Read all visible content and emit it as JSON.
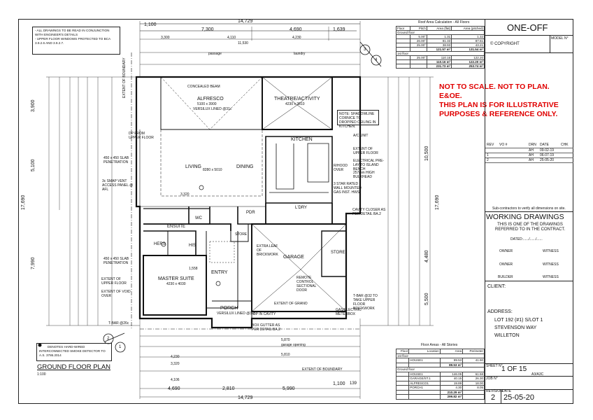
{
  "drawing": {
    "title": "GROUND FLOOR PLAN",
    "scale": "1:100",
    "notes": [
      "- ALL DRAWINGS TO BE READ IN CONJUNCTION WITH ENGINEER'S DETAILS",
      "- UPPER FLOOR WINDOWS PROTECTED TO BCA 3.9.2.6 AND 3.9.2.7."
    ],
    "smoke_note": "DENOTES HARD-WIRED INTERCONNECTED SMOKE DETECTOR TO A.S. 3786.2014",
    "disclaimer": [
      "NOT TO SCALE. NOT TO PLAN.",
      "E&OE.",
      "THIS PLAN IS FOR ILLUSTRATIVE",
      "PURPOSES & REFERENCE ONLY."
    ]
  },
  "rooms": {
    "alfresco": "ALFRESCO",
    "alfresco_size": "5100 x 3900",
    "alfresco_ceiling": "VERSILUX LINED @31c",
    "theatre": "THEATRE/ACTIVITY",
    "theatre_size": "4230 x 3810",
    "living": "LIVING",
    "living_size": "8280 x 5010",
    "dining": "DINING",
    "kitchen": "KITCHEN",
    "ldry": "L'DRY",
    "pdr": "PDR",
    "wc": "WC",
    "ensuite": "ENSUITE",
    "hers": "HERS",
    "his": "HIS",
    "master": "MASTER SUITE",
    "master_size": "4230 x 4030",
    "entry": "ENTRY",
    "porch": "PORCH",
    "porch_ceiling": "VERSILUX LINED @31c",
    "garage": "GARAGE",
    "store": "STORE",
    "store_small": "STORE",
    "passage": "passage",
    "laundry": "laundry"
  },
  "annotations": {
    "concealed_beam": "CONCEALED BEAM",
    "note_box": "NOTE: SHADOWLINE CORNICE TO DROPPED CEILING IN KITCHEN.",
    "dp_upper": "DP FROM UPPER FLOOR",
    "slab_pen_1": "450 x 450 SLAB PENETRATION",
    "smap_vent": "3c SMAP VENT ACCESS PANEL @ AFL",
    "slab_pen_2": "450 x 450 SLAB PENETRATION",
    "ext_upper": "EXTENT OF UPPER FLOOR",
    "ext_void": "EXTENT OF VOID OVER",
    "tbar": "T-BAR @26c",
    "ac_unit": "A/C UNIT",
    "ext_upper_r": "EXTENT OF UPPER FLOOR",
    "elec_prelay": "ELECTRICAL PRE-LAY TO ISLAND BENCH",
    "bulkhead": "257mm HIGH BULKHEAD",
    "wall_oven": "3 STAR RATED WALL MOUNTED GAS INST. HWS",
    "cavity_closer": "CAVITY CLOSER AS PER DETAIL BA.2",
    "extra_leaf": "EXTRA LEAF OF BRICKWORK",
    "remote_door": "REMOTE CONTROL SECTIONAL DOOR",
    "ext_grano": "EXTENT OF GRANO",
    "tbar_right": "T-BAR @32 TO TAKE UPPER FLOOR BRICKWORK",
    "gas_meter": "GAS/ELECTRIC METERBOX",
    "box_gutter": "BOX GUTTER AS PER DETAIL BA.2",
    "dp_cavity": "DP IN CAVITY",
    "ext_boundary": "EXTENT OF BOUNDARY",
    "ext_boundary_b": "EXTENT OF BOUNDARY",
    "rhood": "R/HOOD OVER",
    "garage_opening": "garage opening"
  },
  "dimensions": {
    "overall_top": "14,729",
    "overall_bottom": "14,729",
    "top_1100": "1,100",
    "top_7300": "7,300",
    "top_4690": "4,690",
    "top_1639": "1,639",
    "top_11530": "11,530",
    "top_4110": "4,110",
    "top_4230": "4,230",
    "top_3300": "3,300",
    "left_17690": "17,690",
    "right_17690": "17,690",
    "right_10500": "10,500",
    "left_3900": "3,900",
    "left_5100": "5,100",
    "left_7990": "7,990",
    "right_4480": "4,480",
    "right_5500": "5,500",
    "bottom_4690": "4,690",
    "bottom_5990": "5,990",
    "bottom_2810": "2,810",
    "bottom_1100": "1,100",
    "bottom_139": "139",
    "bottom_4230": "4,230",
    "bottom_4106": "4,106",
    "bottom_5870": "5,870",
    "bottom_5810": "5,810",
    "bottom_3320": "3,320",
    "mid_1558": "1,558",
    "mid_3320": "3,320"
  },
  "markers": [
    "1",
    "2",
    "3",
    "4"
  ],
  "roof_table": {
    "title": "Roof Area Calculation - All Floors",
    "headers": [
      "Floor",
      "Pitch",
      "Area (flat)",
      "Area (pitched)"
    ],
    "groups": [
      {
        "name": "Ground floor",
        "rows": [
          [
            "5.00°",
            "1.31",
            "1.32"
          ],
          [
            "26.00°",
            "81.33",
            "87.61"
          ],
          [
            "25.00°",
            "38.93",
            "43.21"
          ]
        ],
        "total": [
          "121.57 m²",
          "131.54 m²"
        ]
      },
      {
        "name": "1st floor",
        "rows": [
          [
            "25.00°",
            "110.16",
            "122.20"
          ]
        ],
        "total": [
          "110.16 m²",
          "122.20 m²"
        ]
      }
    ],
    "grand_total": [
      "231.73 m²",
      "253.74 m²"
    ]
  },
  "area_table": {
    "title": "Floor Areas - All Stories",
    "headers": [
      "Floor",
      "Location",
      "Area",
      "Perimeter"
    ],
    "groups": [
      {
        "name": "1st floor",
        "rows": [
          [
            "",
            "HOUSE1",
            "89.53",
            "41.90"
          ]
        ],
        "total": "89.53 m²"
      },
      {
        "name": "Ground floor",
        "rows": [
          [
            "",
            "HOUSE1",
            "146.05",
            "61.58"
          ],
          [
            "",
            "GARAGE/ST.1",
            "40.15",
            "26.30"
          ],
          [
            "",
            "ALFRESCO1",
            "19.89",
            "18.00"
          ],
          [
            "",
            "PORCH1",
            "4.30",
            "8.05"
          ]
        ],
        "total": "210.29 m²"
      }
    ],
    "grand_total": "299.82 m²"
  },
  "title_block": {
    "project_type": "ONE-OFF",
    "copyright": "© COPYRIGHT",
    "model_label": "MODEL N°",
    "rev_headers": [
      "REV",
      "VO #",
      "DRN",
      "DATE",
      "CHK"
    ],
    "revisions": [
      [
        "",
        "",
        "AH",
        "09-02-19",
        ""
      ],
      [
        "1",
        "",
        "AH",
        "06-07-19",
        ""
      ],
      [
        "2",
        "",
        "AH",
        "25-05-20",
        ""
      ]
    ],
    "subcontractors": "Sub-contractors to verify all dimensions on site.",
    "working_drawings": "WORKING DRAWINGS",
    "working_sub": "THIS IS ONE OF THE DRAWINGS REFERRED TO IN THE CONTRACT.",
    "dated": "DATED:....../....../......",
    "owner1": "OWNER",
    "witness1": "WITNESS",
    "owner2": "OWNER",
    "witness2": "WITNESS",
    "builder": "BUILDER",
    "witness3": "WITNESS",
    "client_label": "CLIENT:",
    "address_label": "ADDRESS:",
    "address_lines": [
      "LOT 192 (#1) S/LOT 1",
      "STEVENSON WAY",
      "WILLETON"
    ],
    "sheet_label": "SHEET N°",
    "sheet_value": "1 OF 15",
    "sheet_size": "A3/A3C",
    "job_label": "JOB N°",
    "rev_label": "REVISION",
    "rev_value": "2",
    "date_label": "DATE",
    "date_value": "25-05-20"
  }
}
